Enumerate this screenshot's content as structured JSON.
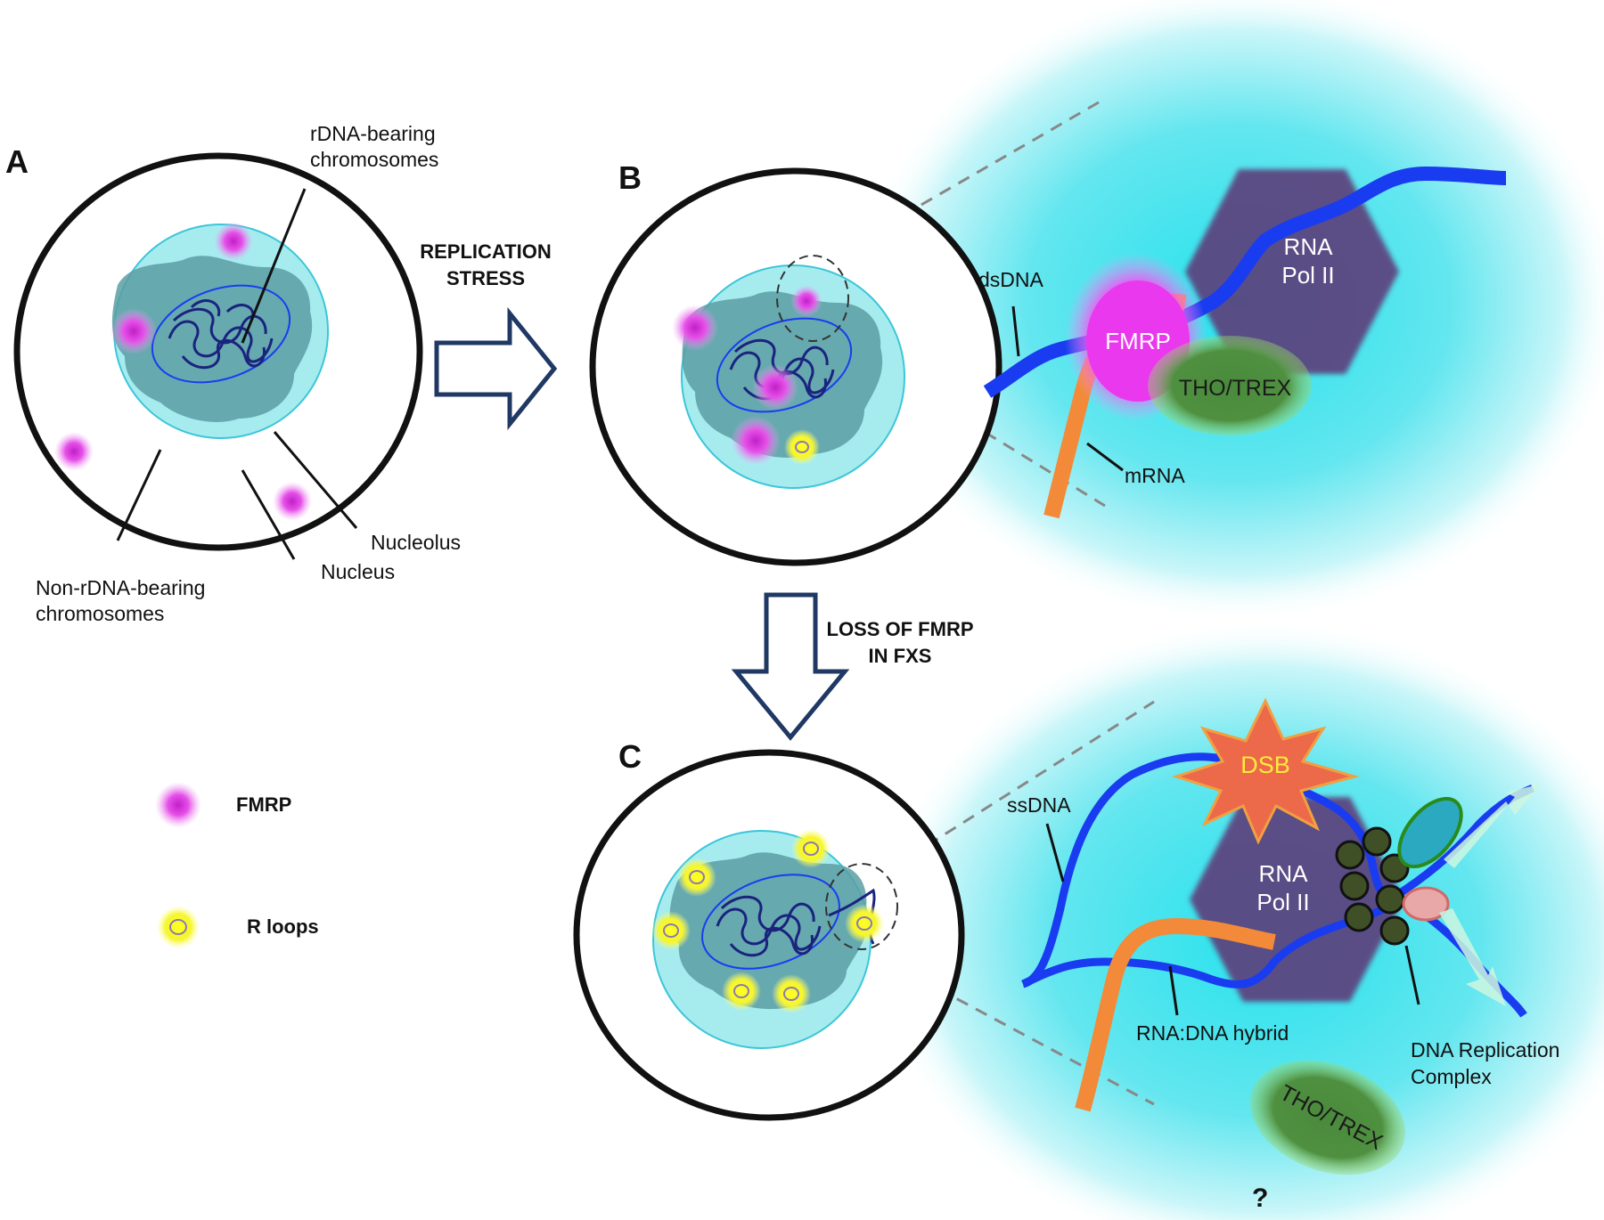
{
  "panels": {
    "a": "A",
    "b": "B",
    "c": "C"
  },
  "labels": {
    "rdna_line1": "rDNA-bearing",
    "rdna_line2": "chromosomes",
    "non_rdna_line1": "Non-rDNA-bearing",
    "non_rdna_line2": "chromosomes",
    "nucleolus": "Nucleolus",
    "nucleus": "Nucleus",
    "replication_stress_line1": "REPLICATION",
    "replication_stress_line2": "STRESS",
    "loss_line1": "LOSS OF FMRP",
    "loss_line2": "IN FXS",
    "dsdna": "dsDNA",
    "fmrp": "FMRP",
    "rna_pol_line1": "RNA",
    "rna_pol_line2": "Pol II",
    "tho_trex": "THO/TREX",
    "mrna": "mRNA",
    "ssdna": "ssDNA",
    "dsb": "DSB",
    "rna_dna_hybrid": "RNA:DNA hybrid",
    "replication_complex_line1": "DNA Replication",
    "replication_complex_line2": "Complex",
    "question": "?"
  },
  "legend": {
    "fmrp": "FMRP",
    "r_loops": "R loops"
  },
  "colors": {
    "nucleus_outline": "#111111",
    "nucleolus_fill": "#a6ecef",
    "chromatin": "#5a9ea3",
    "rdna": "#1a237e",
    "fmrp": "#e02fe0",
    "rloop": "#ffff00",
    "dna": "#1a3cf0",
    "mrna": "#f28a3a",
    "pol2": "#5d3d7a",
    "tho_trex": "#4b8a3a",
    "dsb": "#ec6a4a",
    "glow": "#40e0e8",
    "arrow": "#1f3864"
  }
}
